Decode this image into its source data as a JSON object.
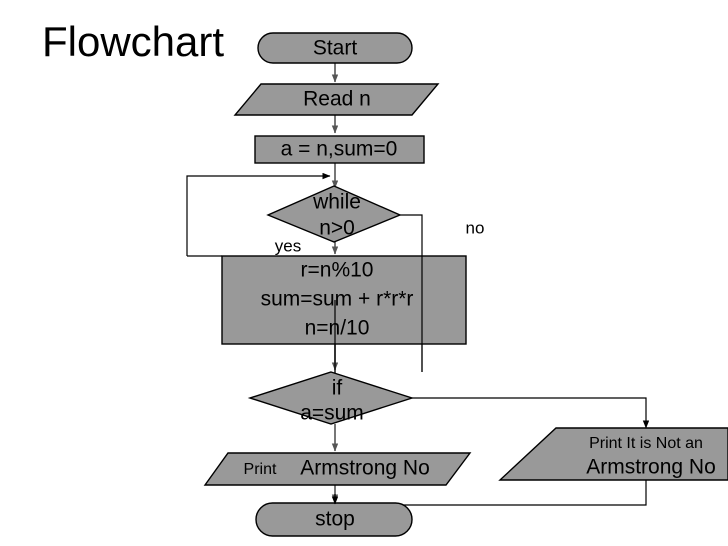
{
  "page": {
    "title": "Flowchart",
    "background_color": "#ffffff",
    "shape_fill_color": "#999999",
    "shape_stroke_color": "#000000",
    "connector_color": "#555555",
    "text_color": "#000000"
  },
  "chart_data": {
    "type": "diagram",
    "diagram_kind": "flowchart",
    "title": "Flowchart",
    "description": "Armstrong number check flowchart",
    "nodes": [
      {
        "id": "start",
        "shape": "terminator",
        "label": "Start"
      },
      {
        "id": "read",
        "shape": "parallelogram",
        "label": "Read n"
      },
      {
        "id": "init",
        "shape": "rectangle",
        "label": "a = n,sum=0"
      },
      {
        "id": "while",
        "shape": "diamond",
        "label_line1": "while",
        "label_line2": "n>0"
      },
      {
        "id": "process",
        "shape": "rectangle",
        "label_line1": "r=n%10",
        "label_line2": "sum=sum + r*r*r",
        "label_line3": "n=n/10"
      },
      {
        "id": "if",
        "shape": "diamond",
        "label_line1": "if",
        "label_line2": "a=sum"
      },
      {
        "id": "print_yes",
        "shape": "parallelogram",
        "label_small": "Print",
        "label": "Armstrong No"
      },
      {
        "id": "print_no",
        "shape": "parallelogram",
        "label_line1": "Print  It is Not an",
        "label_line2": "Armstrong No"
      },
      {
        "id": "stop",
        "shape": "terminator",
        "label": "stop"
      }
    ],
    "edges": [
      {
        "from": "start",
        "to": "read",
        "label": ""
      },
      {
        "from": "read",
        "to": "init",
        "label": ""
      },
      {
        "from": "init",
        "to": "while",
        "label": ""
      },
      {
        "from": "while",
        "to": "process",
        "label": "yes"
      },
      {
        "from": "while",
        "to": "if",
        "label": "no"
      },
      {
        "from": "process",
        "to": "while",
        "label": ""
      },
      {
        "from": "if",
        "to": "print_yes",
        "label": ""
      },
      {
        "from": "if",
        "to": "print_no",
        "label": ""
      },
      {
        "from": "print_yes",
        "to": "stop",
        "label": ""
      },
      {
        "from": "print_no",
        "to": "stop",
        "label": ""
      }
    ],
    "edge_labels": {
      "yes": "yes",
      "no": "no"
    }
  },
  "nodes": {
    "start": {
      "label": "Start"
    },
    "read": {
      "label": "Read n"
    },
    "init": {
      "label": "a = n,sum=0"
    },
    "while": {
      "line1": "while",
      "line2": "n>0"
    },
    "process": {
      "line1": "r=n%10",
      "line2": "sum=sum + r*r*r",
      "line3": "n=n/10"
    },
    "if": {
      "line1": "if",
      "line2": "a=sum"
    },
    "print_yes": {
      "prefix": "Print",
      "label": "Armstrong No"
    },
    "print_no": {
      "line1": "Print  It is Not an",
      "line2": "Armstrong No"
    },
    "stop": {
      "label": "stop"
    }
  },
  "labels": {
    "yes": "yes",
    "no": "no"
  }
}
